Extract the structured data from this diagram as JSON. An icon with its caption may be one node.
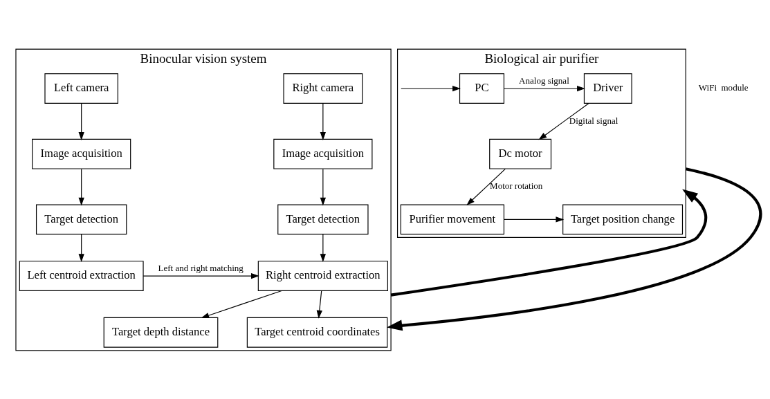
{
  "diagram": {
    "nodes": [
      {
        "text": [
          "Binocular vision system"
        ]
      },
      {
        "text": [
          "Left camera"
        ],
        "in": 0
      },
      {
        "text": [
          "Right camera"
        ],
        "in": 0
      },
      {
        "text": [
          "Image acquisition"
        ],
        "in": 0
      },
      {
        "text": [
          "Image acquisition"
        ],
        "in": 0
      },
      {
        "text": [
          "Target detection"
        ],
        "in": 0
      },
      {
        "text": [
          "Target detection"
        ],
        "in": 0
      },
      {
        "text": [
          "Target depth distance"
        ],
        "in": 0
      },
      {
        "text": [
          "Target centroid coordinates"
        ],
        "in": 0
      },
      {
        "text": [
          "Left centroid extraction"
        ],
        "in": 0
      },
      {
        "text": [
          "Right centroid extraction"
        ],
        "in": 0
      },
      {
        "text": [
          "Biological air purifier"
        ]
      },
      {
        "text": [
          "PC"
        ],
        "in": 11
      },
      {
        "text": [
          "Driver"
        ],
        "in": 11
      },
      {
        "text": [
          "Dc motor"
        ],
        "in": 11
      },
      {
        "text": [
          "Target position change"
        ],
        "in": 11
      },
      {
        "text": [
          "Purifier movement"
        ],
        "in": 11
      }
    ],
    "edges": [
      {
        "from": 1,
        "to": 3,
        "arrow": "to"
      },
      {
        "from": 2,
        "to": 4,
        "arrow": "to"
      },
      {
        "from": 3,
        "to": 5,
        "arrow": "to"
      },
      {
        "from": 4,
        "to": 6,
        "arrow": "to"
      },
      {
        "from": 5,
        "to": 9,
        "arrow": "to"
      },
      {
        "from": 6,
        "to": 10,
        "arrow": "to"
      },
      {
        "from": 9,
        "to": 10,
        "arrow": "to",
        "label": "Left and right matching"
      },
      {
        "from": 10,
        "to": 7,
        "arrow": "to"
      },
      {
        "from": 10,
        "to": 8,
        "arrow": "to"
      },
      {
        "from": 0,
        "to": 11,
        "arrow": "to",
        "style": "thick"
      },
      {
        "from": 11,
        "to": 0,
        "arrow": "to",
        "style": "thick"
      },
      {
        "from": 11,
        "to": 12,
        "arrow": "to"
      },
      {
        "from": 12,
        "to": 13,
        "arrow": "to",
        "label": "Analog signal"
      },
      {
        "from": 13,
        "to": 14,
        "arrow": "to",
        "label": "Digital signal"
      },
      {
        "from": 14,
        "to": 16,
        "arrow": "to",
        "label": "Motor rotation"
      },
      {
        "from": 16,
        "to": 15,
        "arrow": "to"
      }
    ],
    "labels": [
      "WiFi  module"
    ]
  }
}
